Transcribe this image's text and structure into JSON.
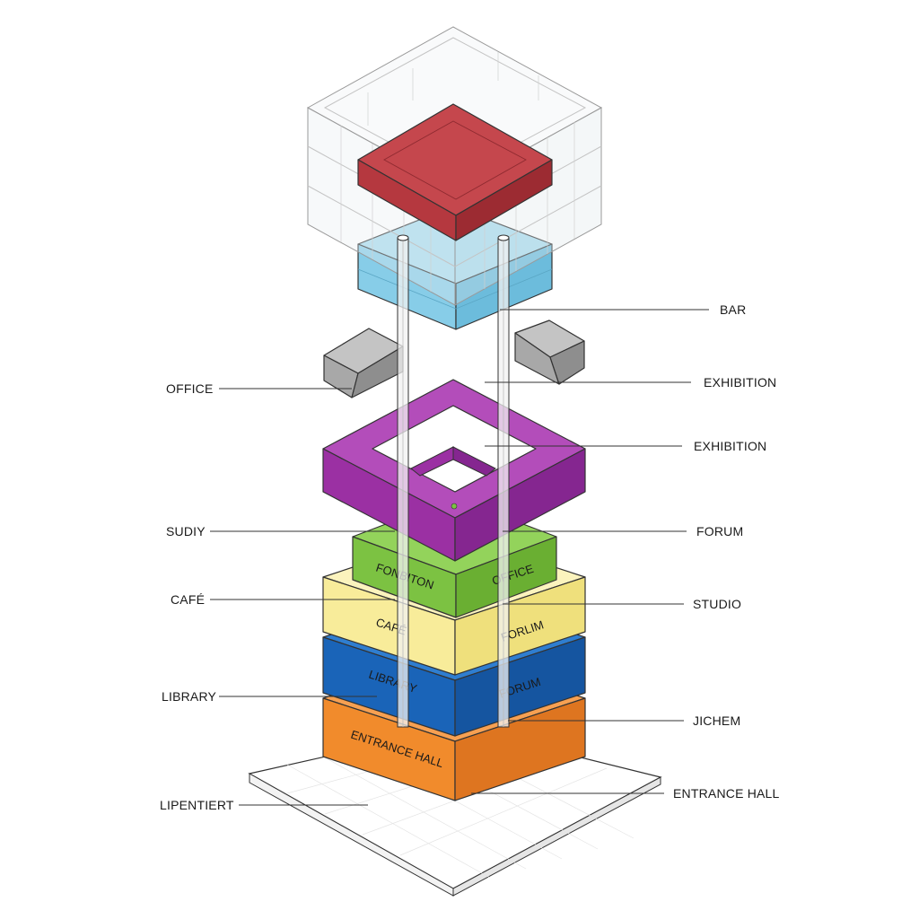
{
  "labels_left": {
    "office": "OFFICE",
    "sudiy": "SUDIY",
    "cafe": "CAFÉ",
    "library": "LIBRARY",
    "lipentiert": "LIPENTIERT"
  },
  "labels_right": {
    "bar": "BAR",
    "exhibition_1": "EXHIBITION",
    "exhibition_2": "EXHIBITION",
    "forum": "FORUM",
    "studio": "STUDIO",
    "jichem": "JICHEM",
    "entrance_hall": "ENTRANCE HALL"
  },
  "block_labels": {
    "green_left": "FONBITON",
    "green_right": "OFFICE",
    "yellow_left": "CAFÉ",
    "yellow_right": "FORLIM",
    "blue_left": "LIBRARY",
    "blue_right": "FORUM",
    "orange_left": "ENTRANCE HALL"
  },
  "colors": {
    "red_block": "#b5383f",
    "cyan_block": "#87cde8",
    "purple_ring": "#9b30a3",
    "green_block": "#7cc242",
    "yellow_block": "#f8ec9a",
    "blue_block": "#1a64b8",
    "orange_block": "#f18b2c",
    "grey_box": "#a8a8a8",
    "glass": "#e8eef2"
  }
}
